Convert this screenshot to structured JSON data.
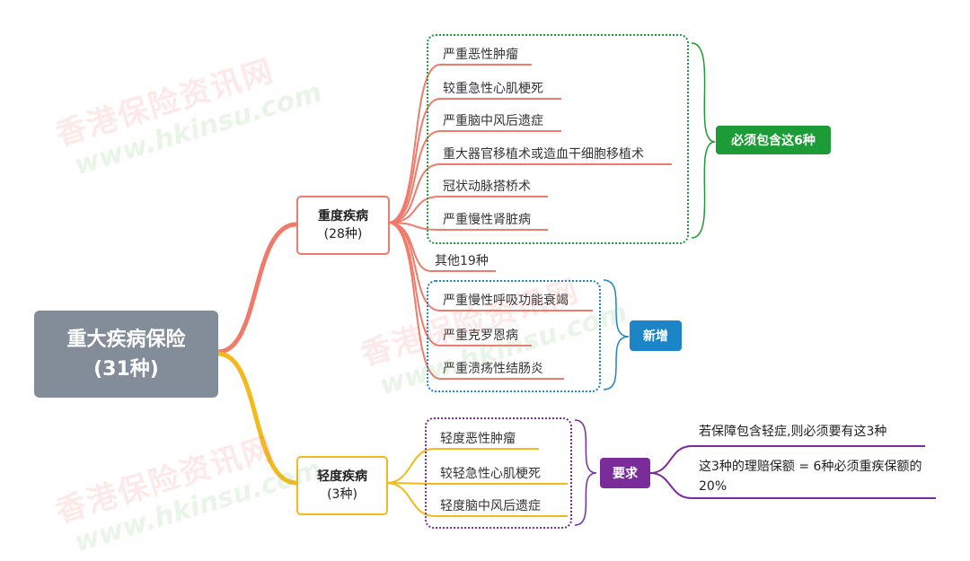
{
  "root": {
    "line1": "重大疾病保险",
    "line2": "(31种)"
  },
  "severe": {
    "title": "重度疾病",
    "count": "(28种)",
    "required_items": [
      "严重恶性肿瘤",
      "较重急性心肌梗死",
      "严重脑中风后遗症",
      "重大器官移植术或造血干细胞移植术",
      "冠状动脉搭桥术",
      "严重慢性肾脏病"
    ],
    "other": "其他19种",
    "new_items": [
      "严重慢性呼吸功能衰竭",
      "严重克罗恩病",
      "严重溃疡性结肠炎"
    ],
    "required_tag": "必须包含这6种",
    "new_tag": "新增"
  },
  "mild": {
    "title": "轻度疾病",
    "count": "(3种)",
    "items": [
      "轻度恶性肿瘤",
      "较轻急性心肌梗死",
      "轻度脑中风后遗症"
    ],
    "tag": "要求",
    "notes": [
      "若保障包含轻症,则必须要有这3种",
      "这3种的理赔保额 = 6种必须重疾保额的20%"
    ]
  },
  "watermark": {
    "cn": "香港保险资讯网",
    "en": "www.hkinsu.com"
  },
  "colors": {
    "severe": "#ef7b6c",
    "mild": "#f4b91c",
    "green": "#1c9b36",
    "blue": "#1c85c8",
    "purple": "#7a2d9a",
    "root": "#838c99"
  }
}
